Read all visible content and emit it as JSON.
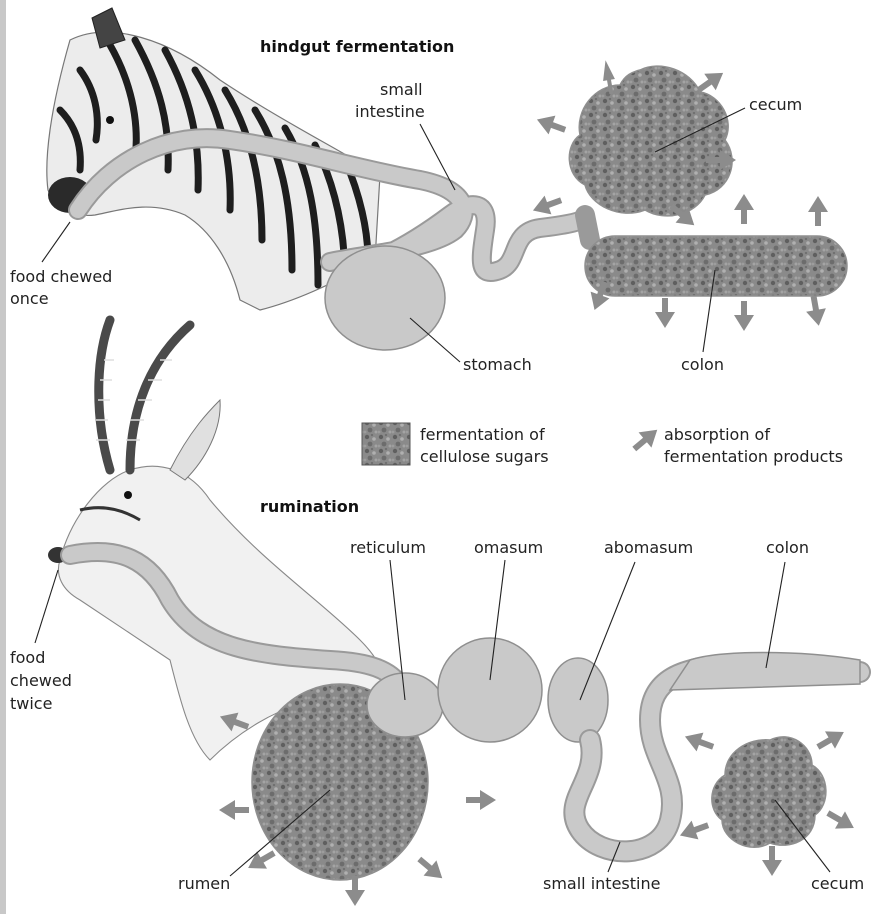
{
  "hindgut": {
    "title": "hindgut fermentation",
    "small_intestine": [
      "small",
      "intestine"
    ],
    "cecum": "cecum",
    "food_chewed": [
      "food chewed",
      "once"
    ],
    "stomach": "stomach",
    "colon": "colon"
  },
  "legend": {
    "fermentation": [
      "fermentation of",
      "cellulose sugars"
    ],
    "absorption": [
      "absorption of",
      "fermentation products"
    ]
  },
  "rumination": {
    "title": "rumination",
    "reticulum": "reticulum",
    "omasum": "omasum",
    "abomasum": "abomasum",
    "colon": "colon",
    "food_chewed": [
      "food",
      "chewed",
      "twice"
    ],
    "rumen": "rumen",
    "small_intestine": "small intestine",
    "cecum": "cecum"
  },
  "colors": {
    "tube": "#c9c9c9",
    "tube_outline": "#9a9a9a",
    "fermentation_texture": "#7d7d7d",
    "arrow": "#8c8c8c"
  }
}
